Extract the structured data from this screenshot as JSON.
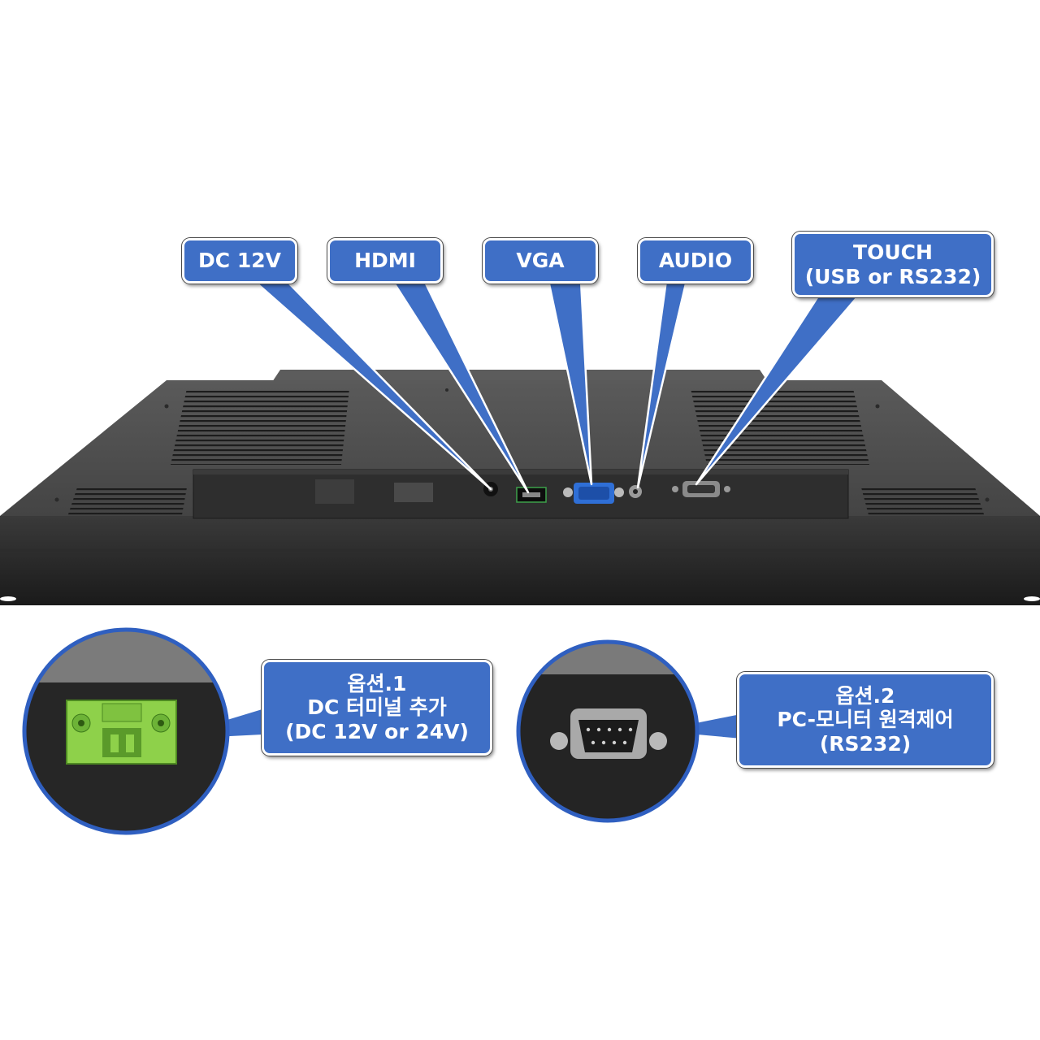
{
  "callouts": {
    "dc12v": "DC 12V",
    "hdmi": "HDMI",
    "vga": "VGA",
    "audio": "AUDIO",
    "touch": {
      "line1": "TOUCH",
      "line2": "(USB or RS232)"
    },
    "option1": {
      "line1": "옵션.1",
      "line2": "DC 터미널 추가",
      "line3": "(DC 12V or 24V)"
    },
    "option2": {
      "line1": "옵션.2",
      "line2": "PC-모니터 원격제어",
      "line3": "(RS232)"
    }
  },
  "colors": {
    "callout_fill": "#3f6fc6",
    "panel": "#4a4a4a",
    "circle_border": "#2f5fc0",
    "terminal_green": "#8ed14a",
    "vga_blue": "#2f6fd6"
  }
}
